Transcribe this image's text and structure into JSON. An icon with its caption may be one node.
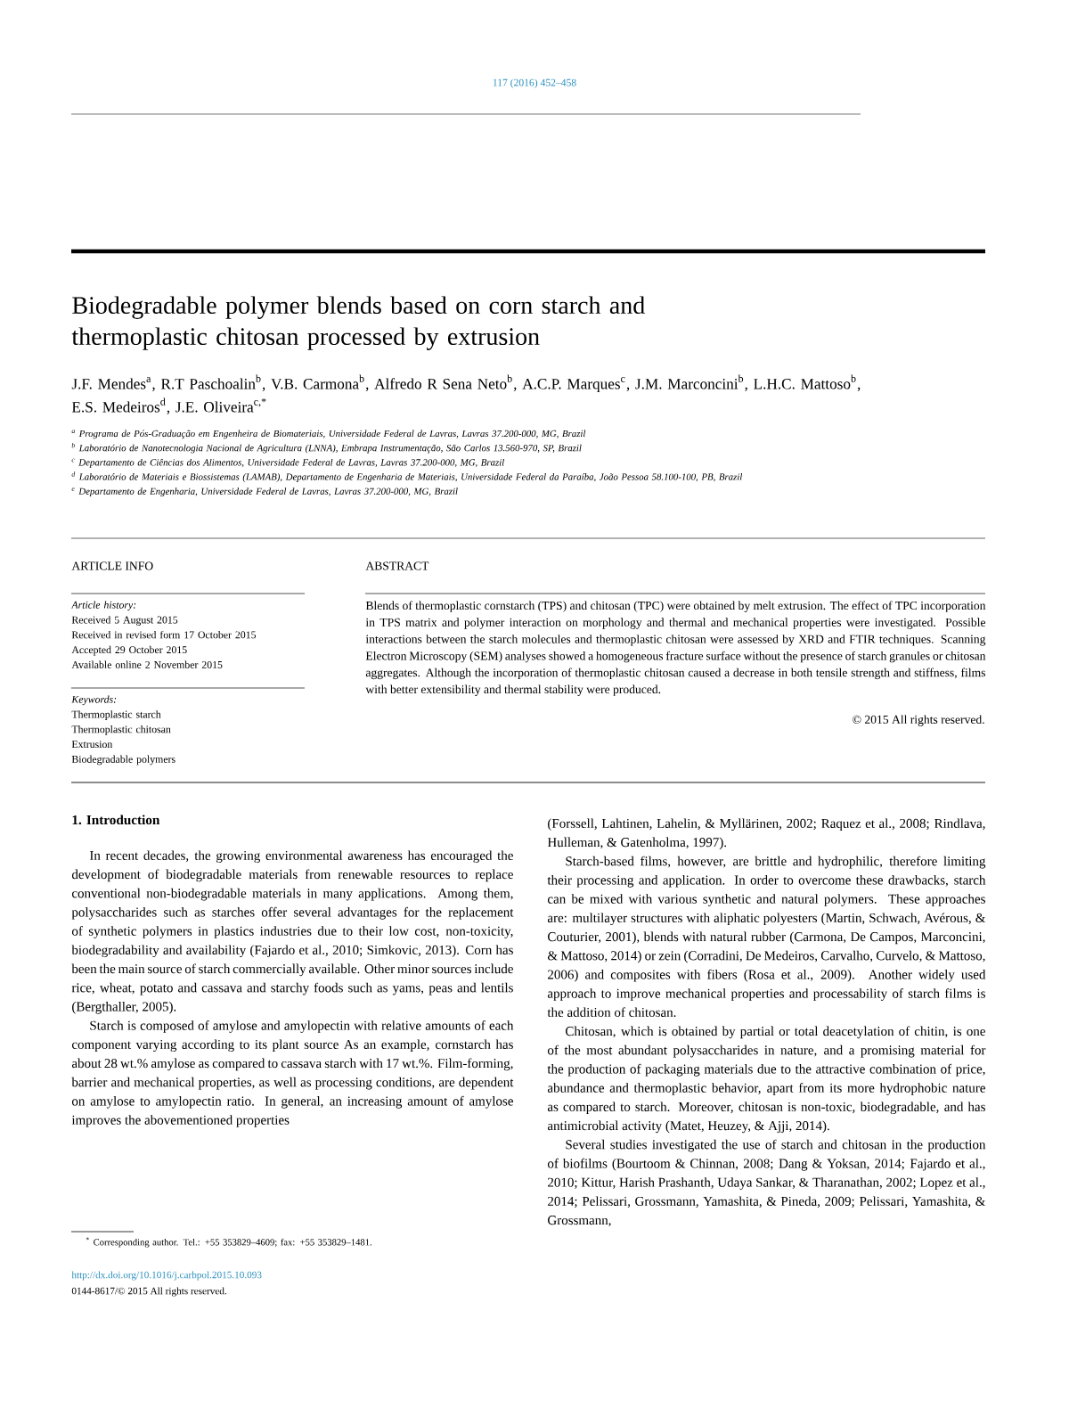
{
  "diagram": {
    "title": "Biodegradable polymer blends based on corn starch and thermoplastic chitosan processed by extrusion",
    "labels": [
      "117 (2016) 452–458",
      "J.F. Mendes$^{a}$, R.T Paschoalin$^{b}$, V.B. Carmona$^{b}$, Alfredo R Sena Neto$^{b}$, A.C.P. Marques$^{c}$, J.M. Marconcini$^{b}$, L.H.C. Mattoso$^{b}$, E.S. Medeiros$^{d}$, J.E. Oliveira$^{c,*}$",
      "$^{a}$ Programa de Pós-Graduação em Engenheira de Biomateriais, Universidade Federal de Lavras, Lavras 37.200-000, MG, Brazil",
      "$^{b}$ Laboratório de Nanotecnologia Nacional de Agricultura (LNNA), Embrapa Instrumentação, São Carlos 13.560-970, SP, Brazil",
      "$^{c}$ Departamento de Ciências dos Alimentos, Universidade Federal de Lavras, Lavras 37.200-000, MG, Brazil",
      "$^{d}$ Laboratório de Materiais e Biossistemas (LAMAB), Departamento de Engenharia de Materiais, Universidade Federal da Paraíba, João Pessoa 58.100-100, PB, Brazil",
      "$^{e}$ Departamento de Engenharia, Universidade Federal de Lavras, Lavras 37.200-000, MG, Brazil",
      "ARTICLE INFO",
      "Article history:",
      "Received 5 August 2015",
      "Received in revised form 17 October 2015",
      "Accepted 29 October 2015",
      "Available online 2 November 2015",
      "Keywords:",
      "Thermoplastic starch",
      "Thermoplastic chitosan",
      "Extrusion",
      "Biodegradable polymers",
      "ABSTRACT",
      "Blends of thermoplastic cornstarch (TPS) and chitosan (TPC) were obtained by melt extrusion. The effect of TPC incorporation in TPS matrix and polymer interaction on morphology and thermal and mechanical properties were investigated. Possible interactions between the starch molecules and thermoplastic chitosan were assessed by XRD and FTIR techniques. Scanning Electron Microscopy (SEM) analyses showed a homogeneous fracture surface without the presence of starch granules or chitosan aggregates. Although the incorporation of thermoplastic chitosan caused a decrease in both tensile strength and stiffness, films with better extensibility and thermal stability were produced.",
      "© 2015 All rights reserved.",
      "1. Introduction",
      "In recent decades, the growing environmental awareness has encouraged the development of biodegradable materials from renewable resources to replace conventional non-biodegradable materials in many applications. Among them, polysaccharides such as starches offer several advantages for the replacement of synthetic polymers in plastics industries due to their low cost, non-toxicity, biodegradability and availability (Fajardo et al., 2010; Simkovic, 2013). Corn has been the main source of starch commercially available. Other minor sources include rice, wheat, potato and cassava and starchy foods such as yams, peas and lentils (Bergthaller, 2005).",
      "Starch is composed of amylose and amylopectin with relative amounts of each component varying according to its plant source As an example, cornstarch has about 28 wt.% amylose as compared to cassava starch with 17 wt.%. Film-forming, barrier and mechanical properties, as well as processing conditions, are dependent on amylose to amylopectin ratio. In general, an increasing amount of amylose improves the abovementioned properties",
      "(Forssell, Lahtinen, Lahelin, & Myllärinen, 2002; Raquez et al., 2008; Rindlava, Hulleman, & Gatenholma, 1997).",
      "Starch-based films, however, are brittle and hydrophilic, therefore limiting their processing and application. In order to overcome these drawbacks, starch can be mixed with various synthetic and natural polymers. These approaches are: multilayer structures with aliphatic polyesters (Martin, Schwach, Avérous, & Couturier, 2001), blends with natural rubber (Carmona, De Campos, Marconcini, & Mattoso, 2014) or zein (Corradini, De Medeiros, Carvalho, Curvelo, & Mattoso, 2006) and composites with fibers (Rosa et al., 2009). Another widely used approach to improve mechanical properties and processability of starch films is the addition of chitosan.",
      "Chitosan, which is obtained by partial or total deacetylation of chitin, is one of the most abundant polysaccharides in nature, and a promising material for the production of packaging materials due to the attractive combination of price, abundance and thermoplastic behavior, apart from its more hydrophobic nature as compared to starch. Moreover, chitosan is non-toxic, biodegradable, and has antimicrobial activity (Matet, Heuzey, & Ajji, 2014).",
      "Several studies investigated the use of starch and chitosan in the production of biofilms (Bourtoom & Chinnan, 2008; Dang & Yoksan, 2014; Fajardo et al., 2010; Kittur, Harish Prashanth, Udaya Sankar, & Tharanathan, 2002; Lopez et al., 2014; Pelissari, Grossmann, Yamashita, & Pineda, 2009; Pelissari, Yamashita, & Grossmann,",
      "$^{*}$ Corresponding author. Tel.: +55 353829–4609; fax: +55 353829–1481.",
      "http://dx.doi.org/10.1016/j.carbpol.2015.10.093",
      "0144-8617/© 2015 All rights reserved."
    ]
  }
}
